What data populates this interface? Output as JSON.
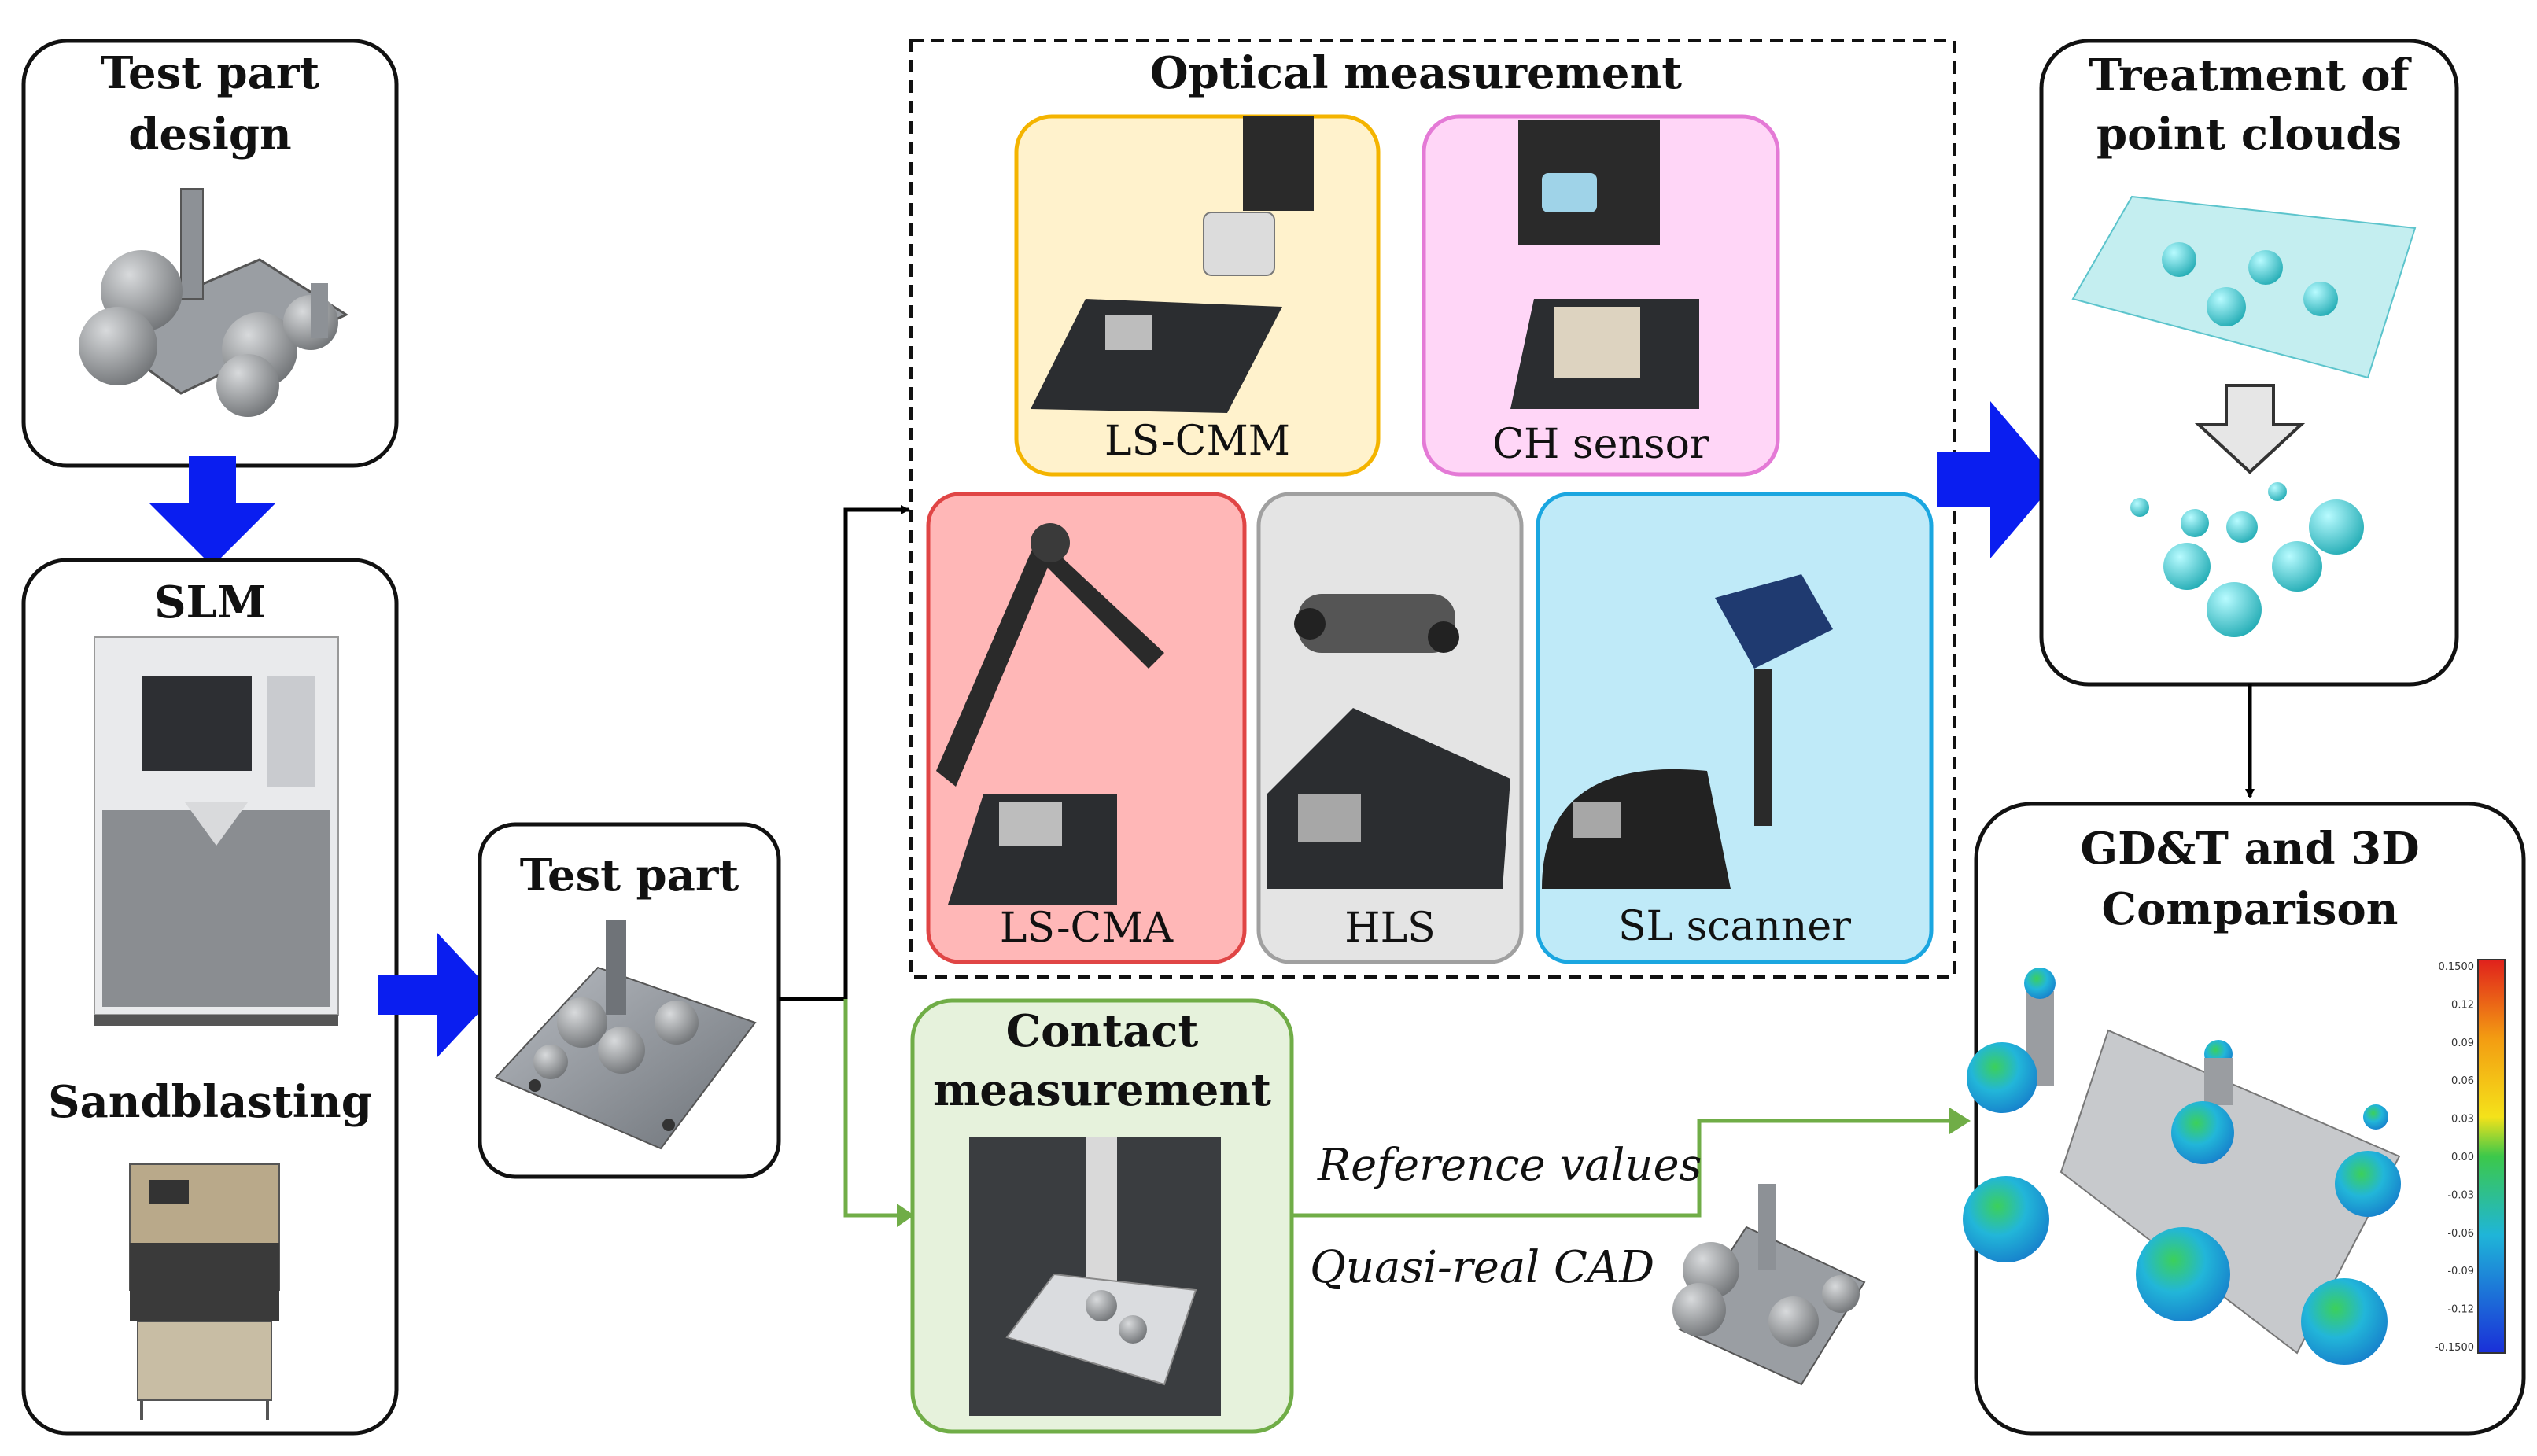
{
  "boxes": {
    "test_part_design": {
      "line1": "Test part",
      "line2": "design"
    },
    "slm": "SLM",
    "sandblasting": "Sandblasting",
    "test_part": "Test part",
    "optical": "Optical measurement",
    "contact": {
      "line1": "Contact",
      "line2": "measurement"
    },
    "treatment": {
      "line1": "Treatment of",
      "line2": "point clouds"
    },
    "gdt": {
      "line1": "GD&T and 3D",
      "line2": "Comparison"
    }
  },
  "sensors": {
    "ls_cmm": "LS-CMM",
    "ch_sensor": "CH sensor",
    "ls_cma": "LS-CMA",
    "hls": "HLS",
    "sl_scanner": "SL scanner"
  },
  "annotations": {
    "reference_values": "Reference values",
    "quasi_real_cad": "Quasi-real CAD"
  },
  "colorbar": {
    "ticks": [
      "0.1500",
      "0.12",
      "0.09",
      "0.06",
      "0.03",
      "0.00",
      "-0.03",
      "-0.06",
      "-0.09",
      "-0.12",
      "-0.1500"
    ]
  },
  "colors": {
    "blue_arrow": "#0a1ef0",
    "green_flow": "#70ad47",
    "ls_cmm_bg": "#fff2cc",
    "ls_cmm_border": "#f4b400",
    "ch_sensor_bg": "#ffd6f7",
    "ch_sensor_border": "#e47ad6",
    "ls_cma_bg": "#ffb7b7",
    "ls_cma_border": "#e04545",
    "hls_bg": "#e4e4e4",
    "hls_border": "#a0a0a0",
    "sl_bg": "#bfeaf8",
    "sl_border": "#1aa6e0",
    "contact_bg": "#e6f2dc",
    "contact_border": "#70ad47"
  }
}
